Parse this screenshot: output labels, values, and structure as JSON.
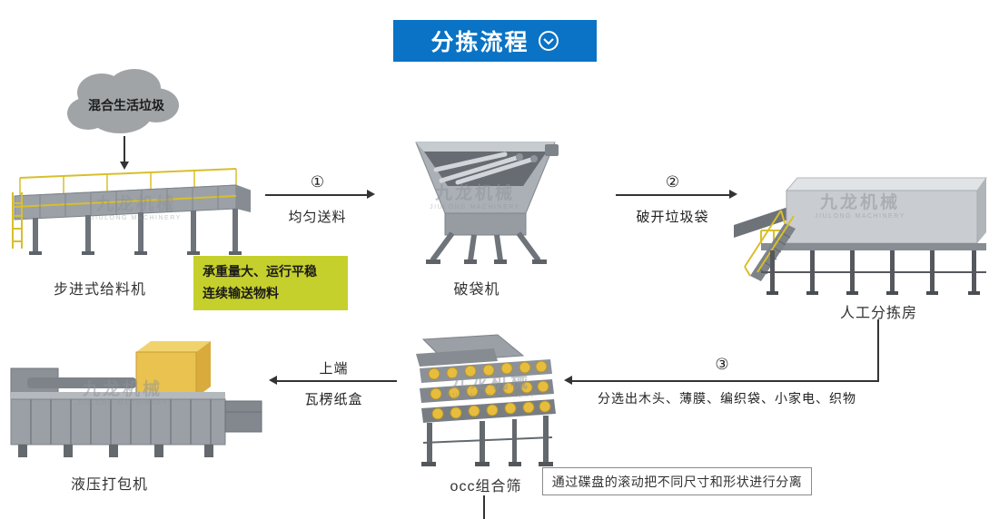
{
  "header": {
    "title": "分拣流程",
    "accent_color": "#0a73c5"
  },
  "source": {
    "label": "混合生活垃圾"
  },
  "machines": [
    {
      "id": "feeder",
      "label": "步进式给料机"
    },
    {
      "id": "bag-breaker",
      "label": "破袋机"
    },
    {
      "id": "sorting-room",
      "label": "人工分拣房"
    },
    {
      "id": "occ-screen",
      "label": "occ组合筛"
    },
    {
      "id": "baler",
      "label": "液压打包机"
    }
  ],
  "flows": [
    {
      "num": "①",
      "label": "均匀送料"
    },
    {
      "num": "②",
      "label": "破开垃圾袋"
    },
    {
      "num": "③",
      "label": "分选出木头、薄膜、编织袋、小家电、织物"
    },
    {
      "top": "上端",
      "bottom": "瓦楞纸盒"
    }
  ],
  "notes": {
    "feeder_line1": "承重量大、运行平稳",
    "feeder_line2": "连续输送物料",
    "occ": "通过碟盘的滚动把不同尺寸和形状进行分离"
  },
  "watermark": {
    "text": "九龙机械",
    "subtext": "JIULONG MACHINERY"
  },
  "colors": {
    "note_bg": "#c6d02c",
    "machine_gray": "#9aa0a6",
    "highlight_yellow": "#e9c24f",
    "railing_yellow": "#d8bf2a"
  }
}
